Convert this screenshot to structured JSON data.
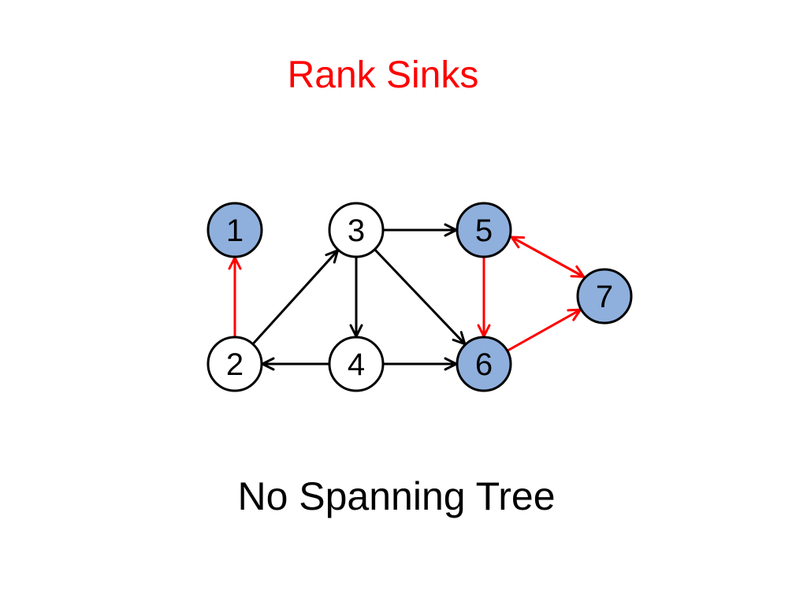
{
  "title": "Rank Sinks",
  "caption": "No Spanning Tree",
  "colors": {
    "title": "#ff0000",
    "sink_fill": "#8fb0dd",
    "normal_fill": "#ffffff",
    "stroke": "#000000",
    "sink_edge": "#ff0000",
    "normal_edge": "#000000"
  },
  "nodes": [
    {
      "id": "1",
      "label": "1",
      "sink": true
    },
    {
      "id": "2",
      "label": "2",
      "sink": false
    },
    {
      "id": "3",
      "label": "3",
      "sink": false
    },
    {
      "id": "4",
      "label": "4",
      "sink": false
    },
    {
      "id": "5",
      "label": "5",
      "sink": true
    },
    {
      "id": "6",
      "label": "6",
      "sink": true
    },
    {
      "id": "7",
      "label": "7",
      "sink": true
    }
  ],
  "edges": [
    {
      "from": "2",
      "to": "1",
      "highlight": true
    },
    {
      "from": "2",
      "to": "3",
      "highlight": false
    },
    {
      "from": "3",
      "to": "5",
      "highlight": false
    },
    {
      "from": "3",
      "to": "4",
      "highlight": false
    },
    {
      "from": "3",
      "to": "6",
      "highlight": false
    },
    {
      "from": "4",
      "to": "2",
      "highlight": false
    },
    {
      "from": "4",
      "to": "6",
      "highlight": false
    },
    {
      "from": "5",
      "to": "6",
      "highlight": true
    },
    {
      "from": "5",
      "to": "7",
      "highlight": true
    },
    {
      "from": "7",
      "to": "5",
      "highlight": true
    },
    {
      "from": "6",
      "to": "7",
      "highlight": true
    }
  ]
}
